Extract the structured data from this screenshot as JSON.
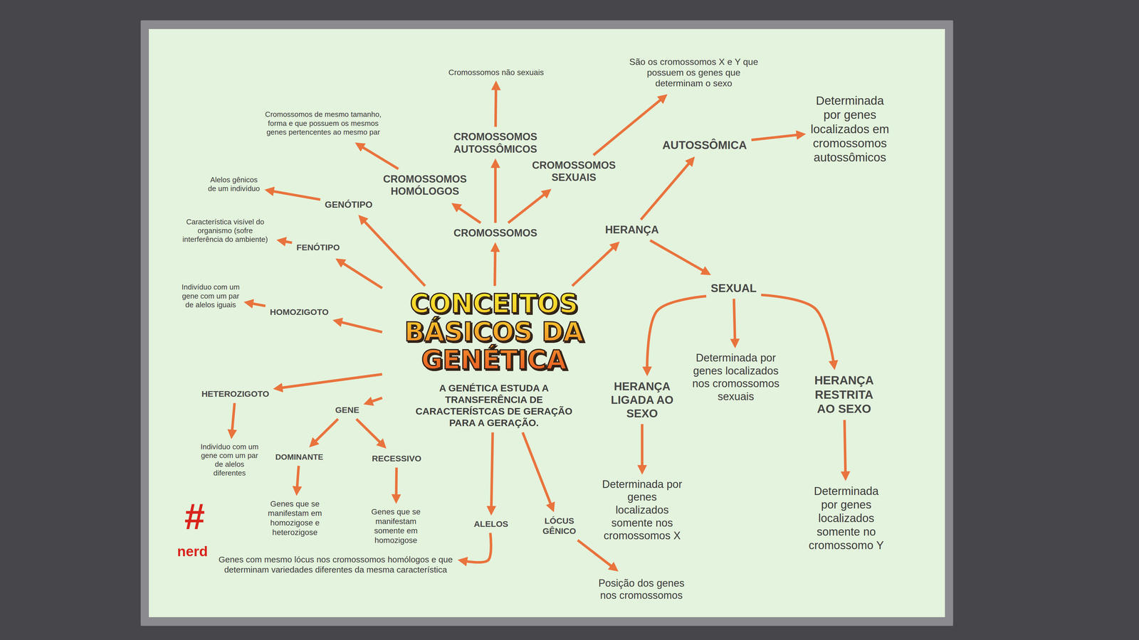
{
  "diagram": {
    "nodes": [
      {
        "text": [
          "Cromossomos não sexuais"
        ]
      },
      {
        "text": [
          "São os cromossomos X e Y que possuem os genes que determinam o sexo"
        ]
      },
      {
        "text": [
          "Cromossomos de mesmo tamanho, forma e que possuem os mesmos genes pertencentes ao mesmo par"
        ]
      },
      {
        "text": [
          "Determinada por genes localizados em cromossomos autossômicos"
        ]
      },
      {
        "text": [
          "CROMOSSOMOS AUTOSSÔMICOS"
        ]
      },
      {
        "text": [
          "AUTOSSÔMICA"
        ]
      },
      {
        "text": [
          "CROMOSSOMOS SEXUAIS"
        ]
      },
      {
        "text": [
          "Alelos gênicos de um indivíduo"
        ]
      },
      {
        "text": [
          "CROMOSSOMOS HOMÓLOGOS"
        ]
      },
      {
        "text": [
          "GENÓTIPO"
        ]
      },
      {
        "text": [
          "Característica visível do organismo (sofre interferência do ambiente)"
        ]
      },
      {
        "text": [
          "CROMOSSOMOS"
        ]
      },
      {
        "text": [
          "HERANÇA"
        ]
      },
      {
        "text": [
          "FENÓTIPO"
        ]
      },
      {
        "text": [
          "SEXUAL"
        ]
      },
      {
        "text": [
          "Indivíduo com um gene com um par de alelos iguais"
        ]
      },
      {
        "text": [
          "HOMOZIGOTO"
        ]
      },
      {
        "text": [
          "CONCEITOS BÁSICOS DA GENÉTICA",
          "A GENÉTICA ESTUDA A TRANSFERÊNCIA DE CARACTERÍSTCAS DE GERAÇÃO PARA A GERAÇÃO."
        ]
      },
      {
        "text": [
          "Determinada por genes localizados nos cromossomos sexuais"
        ]
      },
      {
        "text": [
          "HETEROZIGOTO"
        ]
      },
      {
        "text": [
          "HERANÇA RESTRITA AO SEXO"
        ]
      },
      {
        "text": [
          "HERANÇA LIGADA AO SEXO"
        ]
      },
      {
        "text": [
          "GENE"
        ]
      },
      {
        "text": [
          "DOMINANTE"
        ]
      },
      {
        "text": [
          "RECESSIVO"
        ]
      },
      {
        "text": [
          "Indivíduo com um gene com um par de alelos diferentes"
        ]
      },
      {
        "text": [
          "Determinada por genes localizados somente nos cromossomos X"
        ]
      },
      {
        "text": [
          "Genes que se manifestam em homozigose e heterozigose"
        ]
      },
      {
        "text": [
          "Determinada por genes localizados somente no cromossomo Y"
        ]
      },
      {
        "text": [
          "ALELOS"
        ]
      },
      {
        "text": [
          "LÓCUS GÊNICO"
        ]
      },
      {
        "text": [
          "Genes que se manifestam somente em homozigose"
        ]
      },
      {
        "text": [
          "Genes com mesmo lócus nos cromossomos homólogos e que determinam variedades diferentes da mesma característica"
        ]
      },
      {
        "text": [
          "Posição dos genes nos cromossomos"
        ]
      }
    ],
    "edges": [
      {
        "from": 17,
        "to": 11,
        "arrow": "to"
      },
      {
        "from": 17,
        "to": 12,
        "arrow": "to"
      },
      {
        "from": 17,
        "to": 9,
        "arrow": "to"
      },
      {
        "from": 17,
        "to": 13,
        "arrow": "to"
      },
      {
        "from": 17,
        "to": 16,
        "arrow": "to"
      },
      {
        "from": 17,
        "to": 19,
        "arrow": "to"
      },
      {
        "from": 17,
        "to": 22,
        "arrow": "to"
      },
      {
        "from": 17,
        "to": 29,
        "arrow": "to"
      },
      {
        "from": 17,
        "to": 30,
        "arrow": "to"
      },
      {
        "from": 11,
        "to": 8,
        "arrow": "to"
      },
      {
        "from": 11,
        "to": 4,
        "arrow": "to"
      },
      {
        "from": 11,
        "to": 6,
        "arrow": "to"
      },
      {
        "from": 8,
        "to": 2,
        "arrow": "to"
      },
      {
        "from": 4,
        "to": 0,
        "arrow": "to"
      },
      {
        "from": 6,
        "to": 1,
        "arrow": "to"
      },
      {
        "from": 9,
        "to": 7,
        "arrow": "to"
      },
      {
        "from": 13,
        "to": 10,
        "arrow": "to"
      },
      {
        "from": 16,
        "to": 15,
        "arrow": "to"
      },
      {
        "from": 19,
        "to": 25,
        "arrow": "to"
      },
      {
        "from": 22,
        "to": 23,
        "arrow": "to"
      },
      {
        "from": 22,
        "to": 24,
        "arrow": "to"
      },
      {
        "from": 23,
        "to": 27,
        "arrow": "to"
      },
      {
        "from": 24,
        "to": 31,
        "arrow": "to"
      },
      {
        "from": 29,
        "to": 32,
        "arrow": "to"
      },
      {
        "from": 30,
        "to": 33,
        "arrow": "to"
      },
      {
        "from": 12,
        "to": 5,
        "arrow": "to"
      },
      {
        "from": 12,
        "to": 14,
        "arrow": "to"
      },
      {
        "from": 5,
        "to": 3,
        "arrow": "to"
      },
      {
        "from": 14,
        "to": 21,
        "arrow": "to"
      },
      {
        "from": 14,
        "to": 18,
        "arrow": "to"
      },
      {
        "from": 14,
        "to": 20,
        "arrow": "to"
      },
      {
        "from": 21,
        "to": 26,
        "arrow": "to"
      },
      {
        "from": 20,
        "to": 28,
        "arrow": "to"
      }
    ],
    "labels": [
      "#",
      "nerd"
    ]
  }
}
